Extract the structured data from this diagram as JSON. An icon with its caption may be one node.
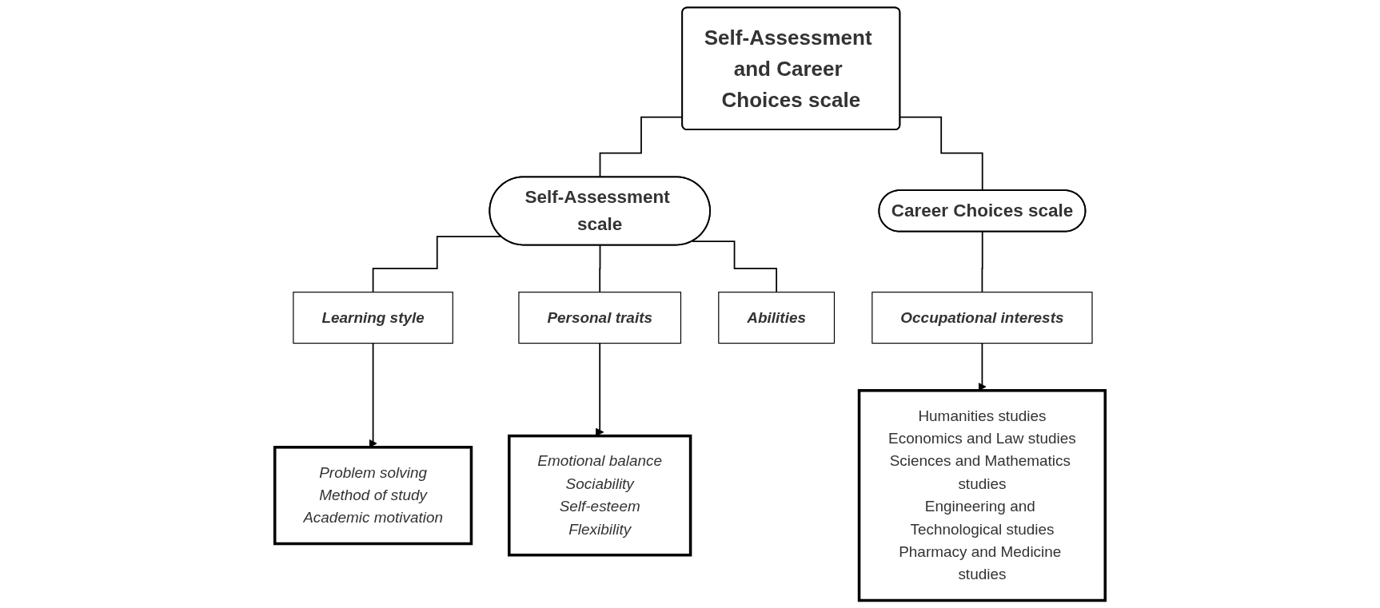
{
  "diagram": {
    "nodes": [
      {
        "text": [
          "Self-Assessment and Career Choices scale"
        ]
      },
      {
        "text": [
          "Self-Assessment scale"
        ]
      },
      {
        "text": [
          "Career Choices scale"
        ]
      },
      {
        "text": [
          "Learning style"
        ]
      },
      {
        "text": [
          "Personal traits"
        ]
      },
      {
        "text": [
          "Abilities"
        ]
      },
      {
        "text": [
          "Occupational interests"
        ]
      },
      {
        "text": [
          "Problem solving",
          "Method of study",
          "Academic motivation"
        ]
      },
      {
        "text": [
          "Emotional balance",
          "Sociability",
          "Self-esteem",
          "Flexibility"
        ]
      },
      {
        "text": [
          "Humanities studies",
          "Economics and Law studies",
          "Sciences and Mathematics studies",
          "Engineering and Technological studies",
          "Pharmacy and Medicine studies"
        ]
      }
    ],
    "edges": [
      {
        "from": 0,
        "to": 1,
        "arrow": "none"
      },
      {
        "from": 0,
        "to": 2,
        "arrow": "none"
      },
      {
        "from": 1,
        "to": 3,
        "arrow": "none"
      },
      {
        "from": 1,
        "to": 4,
        "arrow": "none"
      },
      {
        "from": 1,
        "to": 5,
        "arrow": "none"
      },
      {
        "from": 2,
        "to": 6,
        "arrow": "none"
      },
      {
        "from": 3,
        "to": 7,
        "arrow": "to"
      },
      {
        "from": 4,
        "to": 8,
        "arrow": "to"
      },
      {
        "from": 6,
        "to": 9,
        "arrow": "to"
      }
    ]
  }
}
